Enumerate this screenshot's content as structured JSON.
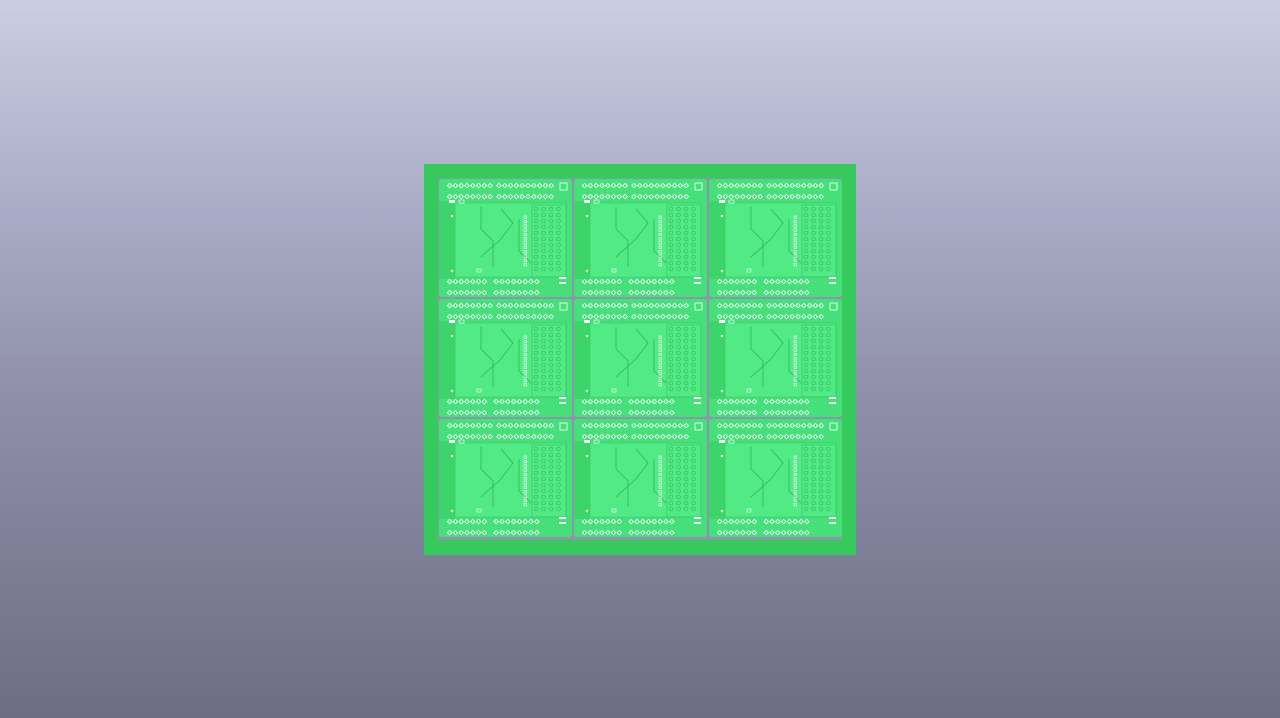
{
  "viewer": {
    "background": "gradient",
    "background_top": "#cbcde3",
    "background_bottom": "#6e6d85"
  },
  "pcb_panel": {
    "rows": 3,
    "columns": 3,
    "board_count": 9,
    "rail_color": "#34c85a",
    "board_color": "#45e07a",
    "board_inner_color": "#52ea85",
    "silkscreen_color": "#ffffff",
    "gap_color": "#8f93ad"
  }
}
